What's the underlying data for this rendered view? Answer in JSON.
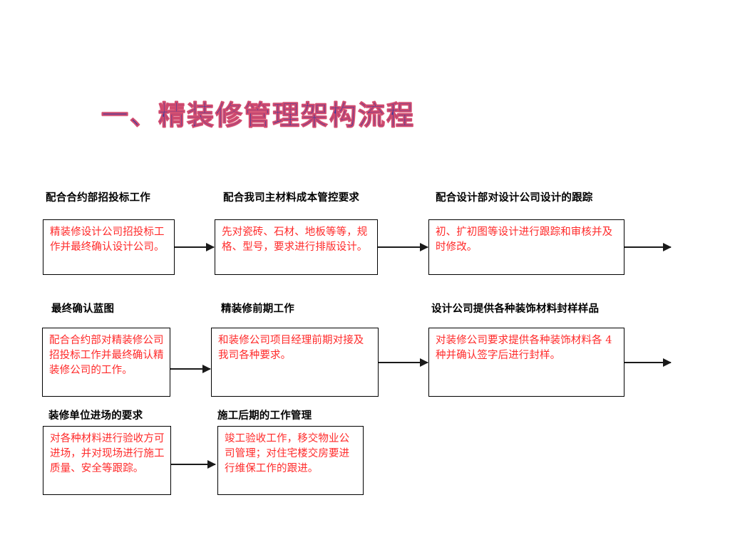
{
  "slide": {
    "title": "一、精装修管理架构流程",
    "title_color": "#3c3c9e",
    "title_outline_color": "#d6406 8",
    "node_text_color": "#ff2a2a",
    "caption_color": "#000000",
    "background": "#ffffff"
  },
  "rows": [
    {
      "row_id": "row-1",
      "nodes": [
        {
          "caption": "配合合约部招投标工作",
          "body": "精装修设计公司招投标工作并最终确认设计公司。"
        },
        {
          "caption": "配合我司主材料成本管控要求",
          "body": "先对瓷砖、石材、地板等等，规格、型号，要求进行排版设计。"
        },
        {
          "caption": "配合设计部对设计公司设计的跟踪",
          "body": "初、扩初图等设计进行跟踪和审核并及时修改。"
        }
      ]
    },
    {
      "row_id": "row-2",
      "nodes": [
        {
          "caption": "最终确认蓝图",
          "body": "配合合约部对精装修公司招投标工作并最终确认精装修公司的工作。"
        },
        {
          "caption": "精装修前期工作",
          "body": "和装修公司项目经理前期对接及我司各种要求。"
        },
        {
          "caption": "设计公司提供各种装饰材料封样样品",
          "body": "对装修公司要求提供各种装饰材料各 4 种并确认签字后进行封样。"
        }
      ]
    },
    {
      "row_id": "row-3",
      "nodes": [
        {
          "caption": "装修单位进场的要求",
          "body": "对各种材料进行验收方可进场，并对现场进行施工质量、安全等跟踪。"
        },
        {
          "caption": "施工后期的工作管理",
          "body": "竣工验收工作，移交物业公司管理；对住宅楼交房要进行维保工作的跟进。"
        }
      ]
    }
  ],
  "connectors": [
    {
      "id": "arrow-r1-n1-to-n2",
      "label": "flow-arrow-right"
    },
    {
      "id": "arrow-r1-n2-to-n3",
      "label": "flow-arrow-right"
    },
    {
      "id": "arrow-r1-n3-to-next-row",
      "label": "flow-arrow-right"
    },
    {
      "id": "arrow-r2-n1-to-n2",
      "label": "flow-arrow-right"
    },
    {
      "id": "arrow-r2-n2-to-n3",
      "label": "flow-arrow-right"
    },
    {
      "id": "arrow-r2-n3-to-next-row",
      "label": "flow-arrow-right"
    },
    {
      "id": "arrow-r3-n1-to-n2",
      "label": "flow-arrow-right"
    }
  ]
}
